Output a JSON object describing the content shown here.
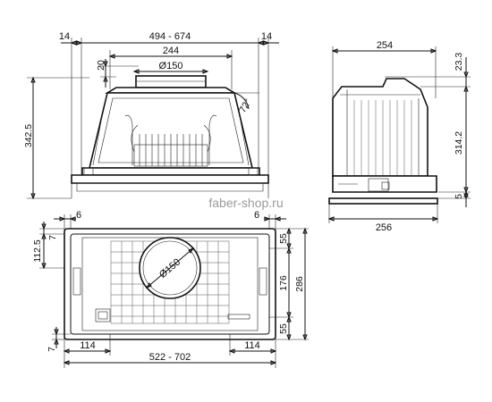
{
  "front_view": {
    "dims": {
      "left_side": "14",
      "width": "494 - 674",
      "right_side": "14",
      "outlet_width": "244",
      "outlet_height": "20",
      "outlet_diameter": "Ø150",
      "angle": "72°",
      "height": "342.5"
    }
  },
  "side_view": {
    "dims": {
      "top_width": "254",
      "top_height": "23.3",
      "body_height": "314.2",
      "bottom_gap": "5",
      "bottom_width": "256"
    }
  },
  "top_view": {
    "dims": {
      "left_offset": "6",
      "right_offset": "6",
      "left_gap": "7",
      "left_height": "112.5",
      "outlet_diameter": "Ø150",
      "right_top": "55",
      "right_middle": "176",
      "right_bottom": "55",
      "total_depth": "286",
      "bottom_left_gap": "7",
      "left_margin": "114",
      "right_margin": "114",
      "width": "522 - 702"
    }
  },
  "watermark": "faber-shop.ru",
  "colors": {
    "line": "#111111",
    "watermark": "#9a9a9a",
    "background": "#ffffff"
  }
}
